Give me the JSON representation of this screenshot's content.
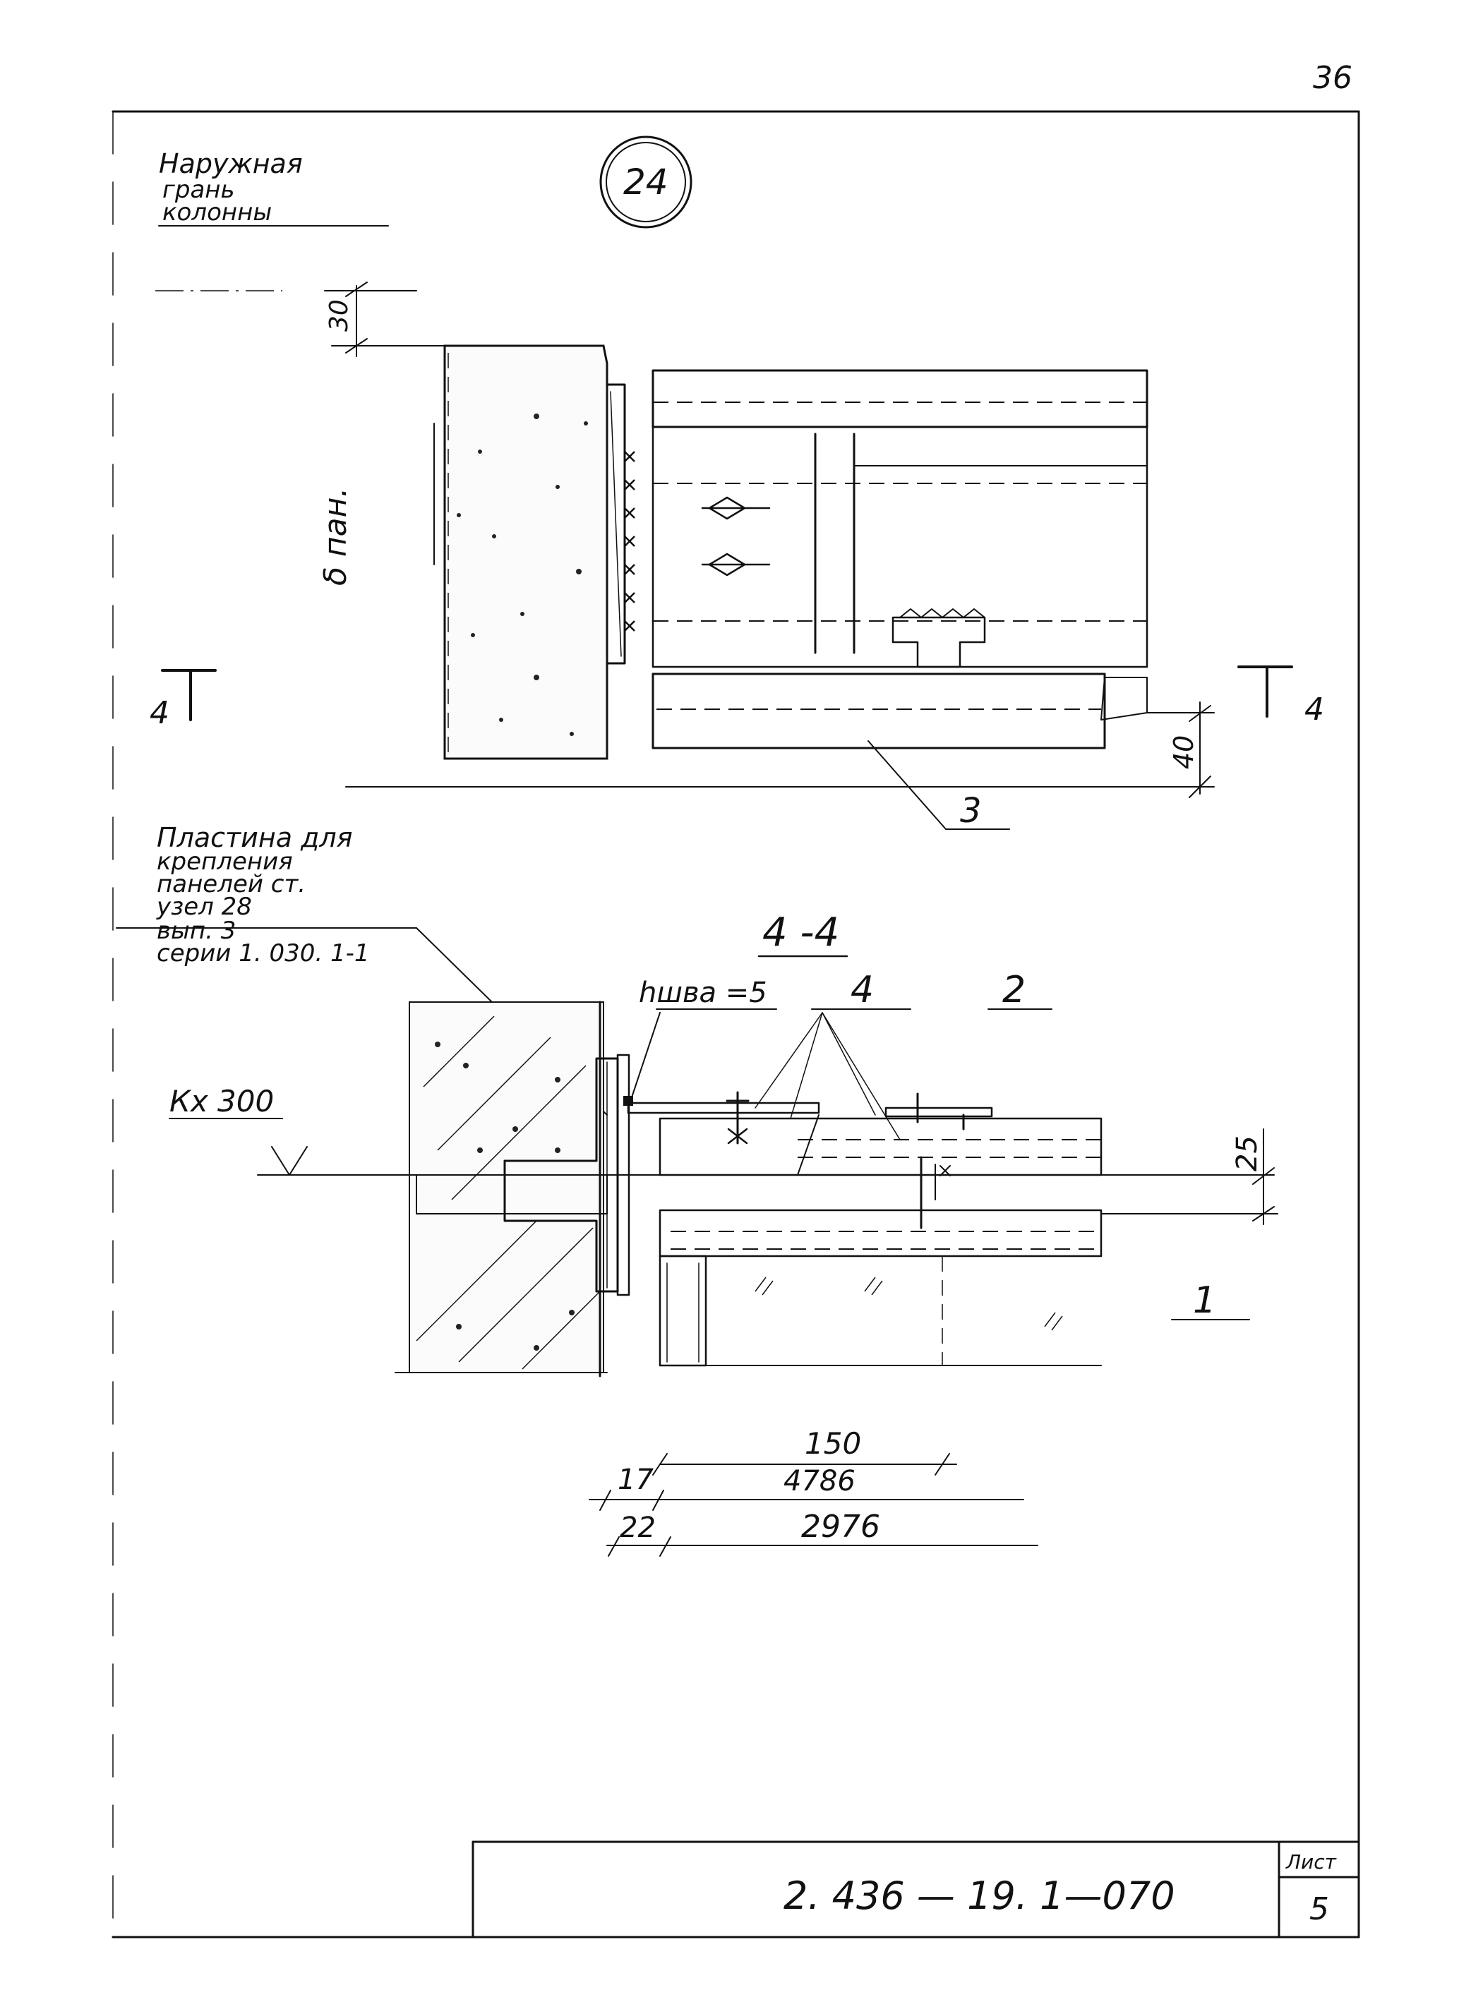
{
  "sheet": {
    "page_number": "36",
    "detail_number": "24",
    "code": "2. 436 — 19. 1—070",
    "sheet_label": "Лист",
    "sheet_number": "5"
  },
  "plan_view": {
    "face_label_1": "Наружная",
    "face_label_2": "грань",
    "face_label_3": "колонны",
    "dim_top": "30",
    "dim_panel": "δ пан.",
    "dim_bottom": "40",
    "section_mark_left": "4",
    "section_mark_right": "4",
    "callout_3": "3"
  },
  "section_view": {
    "title": "4 -4",
    "plate_note_1": "Пластина  для",
    "plate_note_2": "крепления",
    "plate_note_3": "панелей     ст.",
    "plate_note_4": "узел  28",
    "plate_note_5": "вып.  3",
    "plate_note_6": "серии  1. 030. 1-1",
    "weld_label": "hшва =5",
    "level_label": "Кх 300",
    "callout_4": "4",
    "callout_2": "2",
    "callout_1": "1",
    "dim_25": "25"
  },
  "dimension_table": {
    "row1_left": "",
    "row1_right": "150",
    "row2_left": "17",
    "row2_right": "4786",
    "row3_left": "22",
    "row3_right": "2976"
  }
}
